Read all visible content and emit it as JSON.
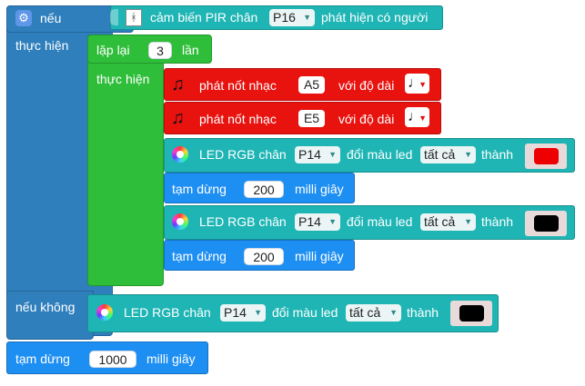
{
  "if_block": {
    "if_label": "nếu",
    "do_label": "thực hiện",
    "else_label": "nếu không",
    "color": "#2f7fbd"
  },
  "pir_condition": {
    "text_before": "cảm biến PIR chân",
    "pin": "P16",
    "text_after": "phát hiện có người"
  },
  "repeat": {
    "label": "lặp lại",
    "count": "3",
    "unit": "lần",
    "do_label": "thực hiện"
  },
  "play_note_1": {
    "label": "phát nốt nhạc",
    "note": "A5",
    "duration_label": "với độ dài",
    "duration_icon": "quarter-note-icon"
  },
  "play_note_2": {
    "label": "phát nốt nhạc",
    "note": "E5",
    "duration_label": "với độ dài",
    "duration_icon": "quarter-note-icon"
  },
  "led_1": {
    "label": "LED RGB chân",
    "pin": "P14",
    "change_label": "đổi màu led",
    "which": "tất cả",
    "to_label": "thành",
    "color": "#ee0000"
  },
  "pause_1": {
    "label": "tạm dừng",
    "value": "200",
    "unit": "milli giây"
  },
  "led_2": {
    "label": "LED RGB chân",
    "pin": "P14",
    "change_label": "đổi màu led",
    "which": "tất cả",
    "to_label": "thành",
    "color": "#000000"
  },
  "pause_2": {
    "label": "tạm dừng",
    "value": "200",
    "unit": "milli giây"
  },
  "led_else": {
    "label": "LED RGB chân",
    "pin": "P14",
    "change_label": "đổi màu led",
    "which": "tất cả",
    "to_label": "thành",
    "color": "#000000"
  },
  "pause_final": {
    "label": "tạm dừng",
    "value": "1000",
    "unit": "milli giây"
  }
}
